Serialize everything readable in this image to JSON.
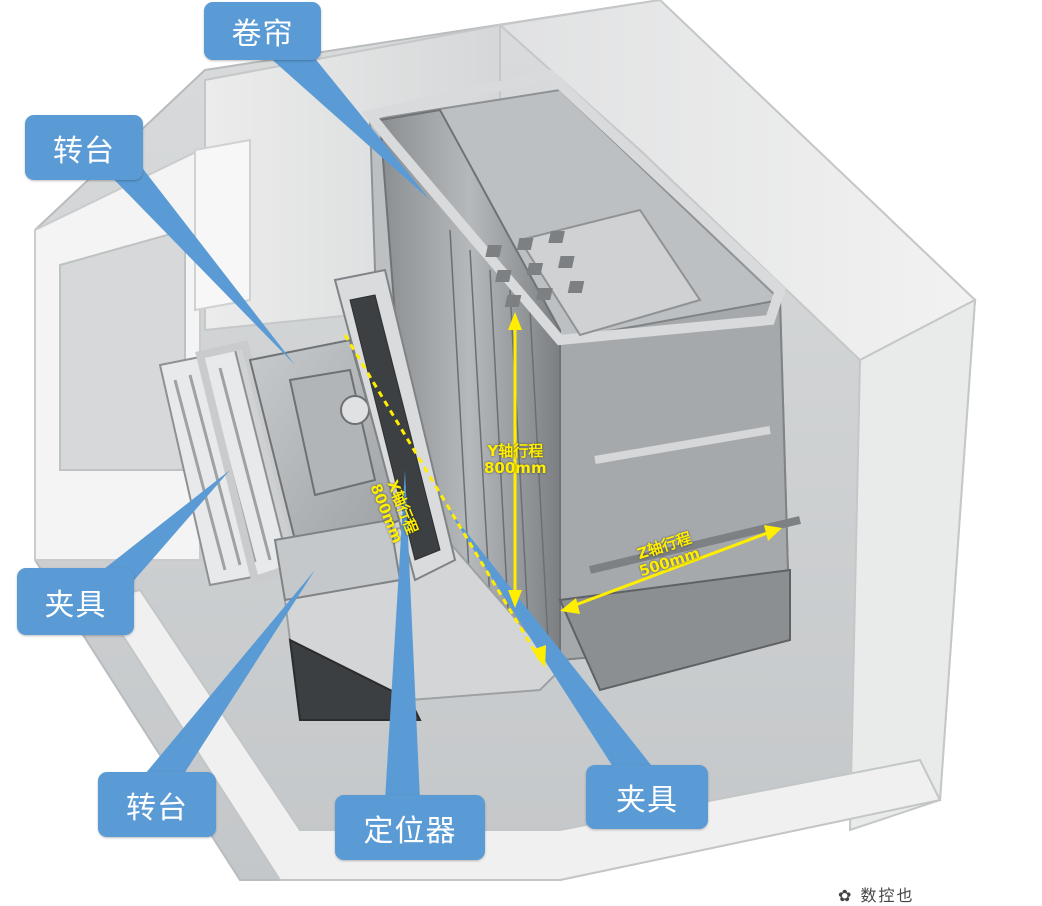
{
  "callouts": {
    "curtain": "卷帘",
    "turntable_top": "转台",
    "fixture_left": "夹具",
    "turntable_bottom": "转台",
    "locator": "定位器",
    "fixture_right": "夹具"
  },
  "dimensions": {
    "y_axis": {
      "label": "Y轴行程",
      "value": "800mm"
    },
    "x_axis": {
      "label": "X轴行程",
      "value": "800mm"
    },
    "z_axis": {
      "label": "Z轴行程",
      "value": "500mm"
    }
  },
  "watermark": "✿ 数控也",
  "colors": {
    "callout_blue": "#5b9bd5",
    "dimension_yellow": "#ffee00",
    "machine_grey": "#cfd2d4"
  }
}
